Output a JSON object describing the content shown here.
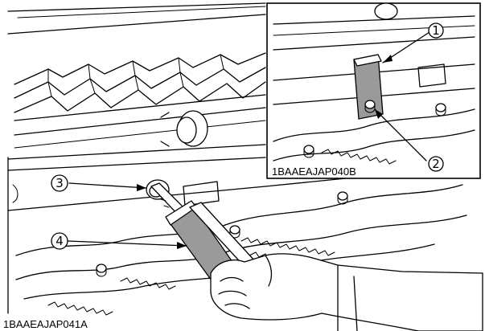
{
  "figure": {
    "main_code": "1BAAEAJAP041A",
    "inset_code": "1BAAEAJAP040B"
  },
  "callouts": [
    {
      "number": "1"
    },
    {
      "number": "2"
    },
    {
      "number": "3"
    },
    {
      "number": "4"
    }
  ],
  "colors": {
    "line": "#000000",
    "part_shading": "#9a9a9a",
    "background": "#ffffff"
  }
}
